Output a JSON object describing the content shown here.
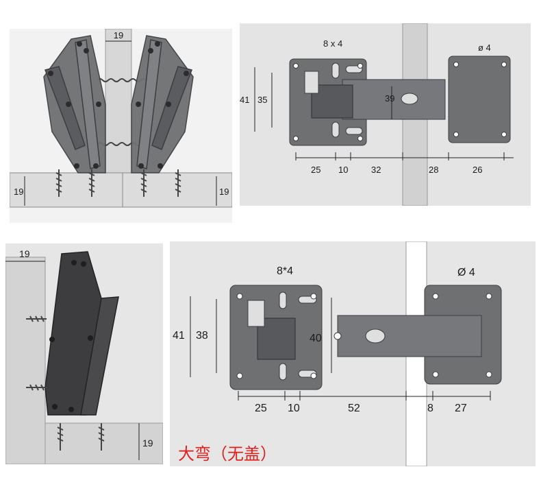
{
  "top_left": {
    "dim_top": "19",
    "dim_left": "19",
    "dim_right": "19"
  },
  "top_right": {
    "slot": "8 x 4",
    "hole": "ø 4",
    "h_outer": "41",
    "h_inner": "35",
    "h_cut": "39",
    "w1": "25",
    "w2": "10",
    "w3": "32",
    "w4": "28",
    "w5": "26"
  },
  "bottom_left": {
    "dim_top": "19",
    "dim_bottom": "19"
  },
  "bottom_right": {
    "slot": "8*4",
    "hole": "Ø 4",
    "h_outer": "41",
    "h_inner": "38",
    "h_cut": "40",
    "w1": "25",
    "w2": "10",
    "w3": "52",
    "w4": "8",
    "w5": "27",
    "caption": "大弯（无盖）"
  },
  "colors": {
    "metal": "#6f7072",
    "metal_dark": "#3d3d40",
    "board": "#dcdcdc",
    "bg": "#e4e4e4",
    "caption": "#e0201c"
  }
}
